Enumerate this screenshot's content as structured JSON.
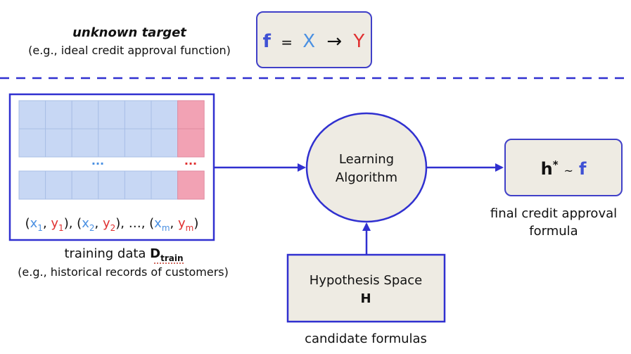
{
  "colors": {
    "blue_text": "#3f51d4",
    "x_blue": "#4a90e2",
    "y_red": "#e03030",
    "frame_blue": "#3030d0",
    "box_fill": "#eeebe3",
    "box_stroke": "#4040c8",
    "cell_blue": "#c7d7f4",
    "cell_red": "#f2a2b4",
    "dash_blue": "#3030d0"
  },
  "target": {
    "title": "unknown target",
    "subtitle": "(e.g., ideal credit approval function)",
    "f": "f",
    "eq": "=",
    "X": "X",
    "arrow": "→",
    "Y": "Y"
  },
  "training": {
    "dots_blue": "···",
    "dots_red": "···",
    "pairs": {
      "p1": "(",
      "x1": "x",
      "x1_sub": "1",
      "c1": ", ",
      "y1": "y",
      "y1_sub": "1",
      "p2": "), (",
      "x2": "x",
      "x2_sub": "2",
      "c2": ", ",
      "y2": "y",
      "y2_sub": "2",
      "p3": "), …, (",
      "xm": "x",
      "xm_sub": "m",
      "c3": ", ",
      "ym": "y",
      "ym_sub": "m",
      "p4": ")"
    },
    "label_prefix": "training data ",
    "label_D": "D",
    "label_sub": "train",
    "caption": "(e.g., historical records of customers)"
  },
  "learning": {
    "line1": "Learning",
    "line2": "Algorithm"
  },
  "hypothesis": {
    "line1": "Hypothesis Space",
    "line2": "H",
    "caption": "candidate formulas"
  },
  "final": {
    "h": "h",
    "star": "*",
    "approx": "~",
    "f": "f",
    "caption_line1": "final credit approval",
    "caption_line2": "formula"
  }
}
